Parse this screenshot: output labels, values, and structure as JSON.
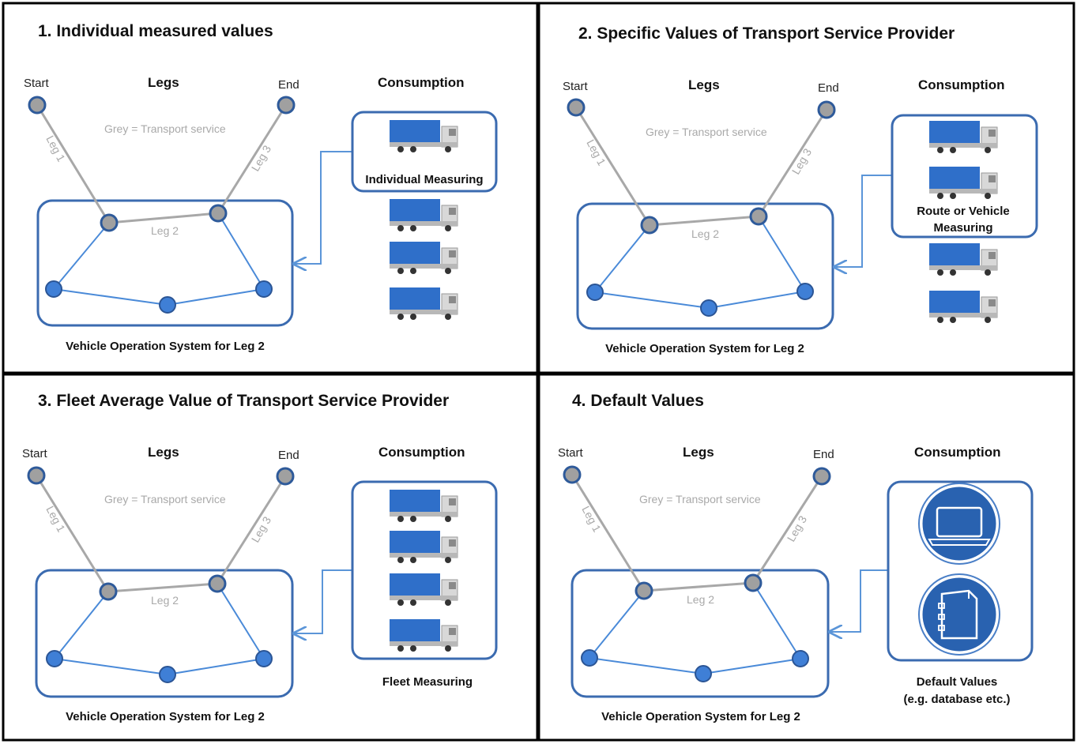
{
  "panels": [
    {
      "title": "1. Individual measured values",
      "start": "Start",
      "end": "End",
      "legs_header": "Legs",
      "consumption_header": "Consumption",
      "grey_note": "Grey = Transport service",
      "leg1": "Leg 1",
      "leg2": "Leg 2",
      "leg3": "Leg 3",
      "system": "Vehicle Operation System for Leg 2",
      "box_label": "Individual Measuring"
    },
    {
      "title": "2. Specific Values of Transport Service Provider",
      "start": "Start",
      "end": "End",
      "legs_header": "Legs",
      "consumption_header": "Consumption",
      "grey_note": "Grey = Transport service",
      "leg1": "Leg 1",
      "leg2": "Leg 2",
      "leg3": "Leg 3",
      "system": "Vehicle Operation System for Leg 2",
      "box_label_1": "Route or Vehicle",
      "box_label_2": "Measuring"
    },
    {
      "title": "3. Fleet Average Value of Transport Service Provider",
      "start": "Start",
      "end": "End",
      "legs_header": "Legs",
      "consumption_header": "Consumption",
      "grey_note": "Grey = Transport service",
      "leg1": "Leg 1",
      "leg2": "Leg 2",
      "leg3": "Leg 3",
      "system": "Vehicle Operation System for Leg 2",
      "box_label": "Fleet Measuring"
    },
    {
      "title": "4. Default Values",
      "start": "Start",
      "end": "End",
      "legs_header": "Legs",
      "consumption_header": "Consumption",
      "grey_note": "Grey = Transport service",
      "leg1": "Leg 1",
      "leg2": "Leg 2",
      "leg3": "Leg 3",
      "system": "Vehicle Operation System for Leg 2",
      "box_label_1": "Default Values",
      "box_label_2": "(e.g. database etc.)"
    }
  ],
  "icons": {
    "truck": "truck-icon",
    "laptop": "laptop-icon",
    "book": "book-icon"
  },
  "colors": {
    "system_border": "#3b6bb0",
    "transport_grey": "#a8a8a8",
    "node_blue": "#3f7fd6"
  }
}
